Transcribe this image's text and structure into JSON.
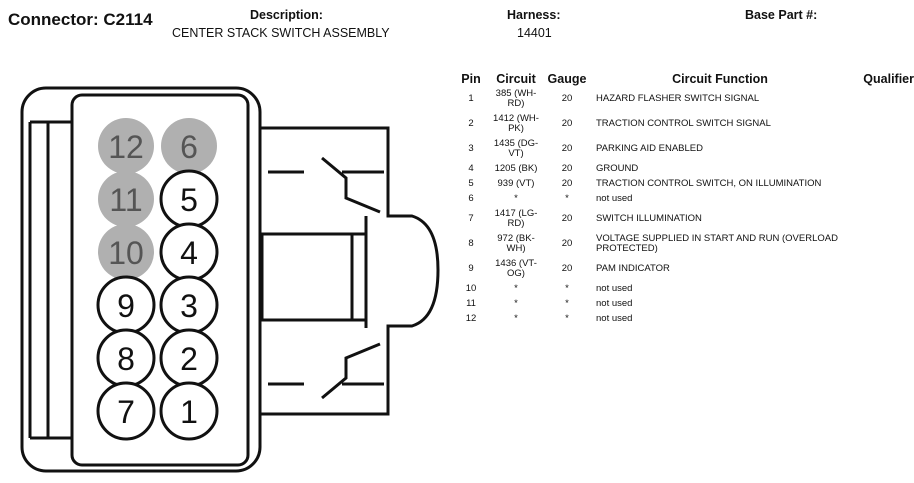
{
  "header": {
    "connector_label": "Connector:",
    "connector_value": "C2114",
    "description_label": "Description:",
    "description_value": "CENTER STACK SWITCH ASSEMBLY",
    "harness_label": "Harness:",
    "harness_value": "14401",
    "base_part_label": "Base Part #:",
    "base_part_value": ""
  },
  "table": {
    "columns": [
      "Pin",
      "Circuit",
      "Gauge",
      "Circuit Function",
      "Qualifier"
    ],
    "rows": [
      {
        "pin": "1",
        "circuit": "385 (WH-RD)",
        "gauge": "20",
        "function": "HAZARD FLASHER SWITCH SIGNAL",
        "qualifier": ""
      },
      {
        "pin": "2",
        "circuit": "1412 (WH-PK)",
        "gauge": "20",
        "function": "TRACTION CONTROL SWITCH SIGNAL",
        "qualifier": ""
      },
      {
        "pin": "3",
        "circuit": "1435 (DG-VT)",
        "gauge": "20",
        "function": "PARKING AID ENABLED",
        "qualifier": ""
      },
      {
        "pin": "4",
        "circuit": "1205 (BK)",
        "gauge": "20",
        "function": "GROUND",
        "qualifier": ""
      },
      {
        "pin": "5",
        "circuit": "939 (VT)",
        "gauge": "20",
        "function": "TRACTION CONTROL SWITCH, ON ILLUMINATION",
        "qualifier": ""
      },
      {
        "pin": "6",
        "circuit": "*",
        "gauge": "*",
        "function": "not used",
        "qualifier": ""
      },
      {
        "pin": "7",
        "circuit": "1417 (LG-RD)",
        "gauge": "20",
        "function": "SWITCH ILLUMINATION",
        "qualifier": ""
      },
      {
        "pin": "8",
        "circuit": "972 (BK-WH)",
        "gauge": "20",
        "function": "VOLTAGE SUPPLIED IN START AND RUN (OVERLOAD PROTECTED)",
        "qualifier": ""
      },
      {
        "pin": "9",
        "circuit": "1436 (VT-OG)",
        "gauge": "20",
        "function": "PAM INDICATOR",
        "qualifier": ""
      },
      {
        "pin": "10",
        "circuit": "*",
        "gauge": "*",
        "function": "not used",
        "qualifier": ""
      },
      {
        "pin": "11",
        "circuit": "*",
        "gauge": "*",
        "function": "not used",
        "qualifier": ""
      },
      {
        "pin": "12",
        "circuit": "*",
        "gauge": "*",
        "function": "not used",
        "qualifier": ""
      }
    ]
  },
  "connector_diagram": {
    "used_pin_color": "#ffffff",
    "unused_pin_color": "#b0b0b0",
    "unused_label_color": "#555555",
    "outline_color": "#111111",
    "pins": [
      {
        "label": "12",
        "used": false
      },
      {
        "label": "6",
        "used": false
      },
      {
        "label": "11",
        "used": false
      },
      {
        "label": "5",
        "used": true
      },
      {
        "label": "10",
        "used": false
      },
      {
        "label": "4",
        "used": true
      },
      {
        "label": "9",
        "used": true
      },
      {
        "label": "3",
        "used": true
      },
      {
        "label": "8",
        "used": true
      },
      {
        "label": "2",
        "used": true
      },
      {
        "label": "7",
        "used": true
      },
      {
        "label": "1",
        "used": true
      }
    ]
  }
}
